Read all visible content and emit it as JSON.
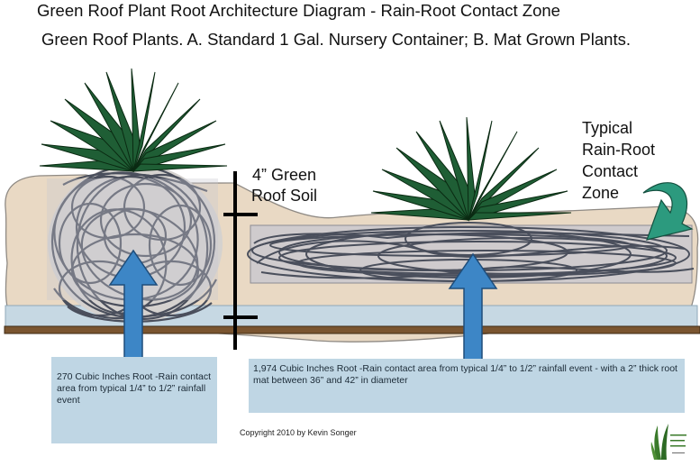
{
  "title": "Green Roof Plant Root Architecture Diagram - Rain-Root Contact Zone",
  "subtitle": "Green Roof Plants.  A. Standard 1 Gal. Nursery Container;  B. Mat Grown Plants.",
  "soil_label": {
    "line1": "4” Green",
    "line2": "Roof Soil"
  },
  "zone_label": {
    "line1": "Typical",
    "line2": "Rain-Root",
    "line3": "Contact",
    "line4": "Zone"
  },
  "info_a": "270 Cubic Inches Root -Rain contact area from typical 1/4” to 1/2” rainfall event",
  "info_b": "1,974 Cubic Inches Root -Rain contact area from typical 1/4” to 1/2” rainfall event - with a 2” thick root mat between 36” and 42” in diameter",
  "copyright": "Copyright 2010 by Kevin Songer",
  "colors": {
    "soil": "#e9d9c4",
    "leaf": "#1f5e35",
    "root": "#4a4f5c",
    "arrow": "#3d86c6",
    "deck": "#7a5530",
    "membrane": "#c6d8e3",
    "teal_arrow": "#2c9a7e",
    "info_box": "#bfd6e4"
  }
}
